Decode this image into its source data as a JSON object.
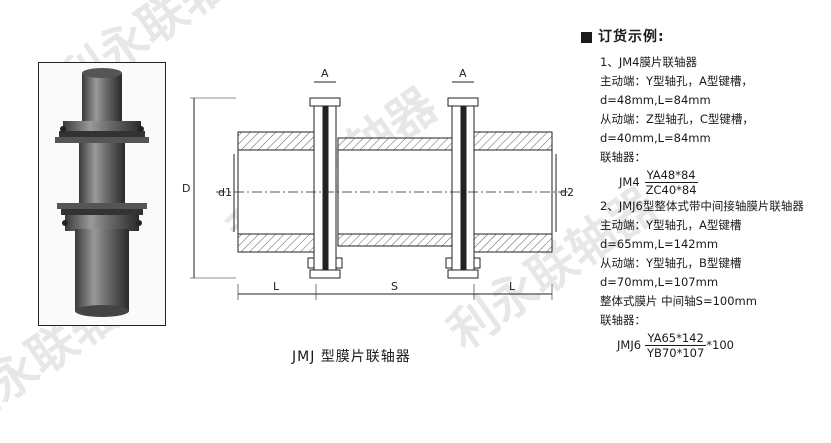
{
  "order_section": {
    "heading": "订货示例:",
    "ex1_title": "1、JM4膜片联轴器",
    "ex1_drive": "主动端：Y型轴孔，A型键槽，",
    "ex1_drive_dim": "d=48mm,L=84mm",
    "ex1_driven": "从动端：Z型轴孔，C型键槽，",
    "ex1_driven_dim": "d=40mm,L=84mm",
    "ex1_label": "联轴器：",
    "ex1_model": "JM4",
    "ex1_num": "YA48*84",
    "ex1_den": "ZC40*84",
    "ex2_title": "2、JMJ6型整体式带中间接轴膜片联轴器",
    "ex2_drive": "主动端：Y型轴孔，A型键槽",
    "ex2_drive_dim": "d=65mm,L=142mm",
    "ex2_driven": "从动端：Y型轴孔，B型键槽",
    "ex2_driven_dim": "d=70mm,L=107mm",
    "ex2_mid": "整体式膜片 中间轴S=100mm",
    "ex2_label": "联轴器：",
    "ex2_model": "JMJ6",
    "ex2_num": "YA65*142",
    "ex2_den": "YB70*107",
    "ex2_suffix": "*100"
  },
  "drawing": {
    "label_A_left": "A",
    "label_A_right": "A",
    "label_D": "D",
    "label_d1": "d1",
    "label_d2": "d2",
    "label_L_left": "L",
    "label_S": "S",
    "label_L_right": "L"
  },
  "caption": "JMJ 型膜片联轴器",
  "watermark": "利永联轴器",
  "colors": {
    "text": "#1a1a1a",
    "line": "#222222"
  }
}
